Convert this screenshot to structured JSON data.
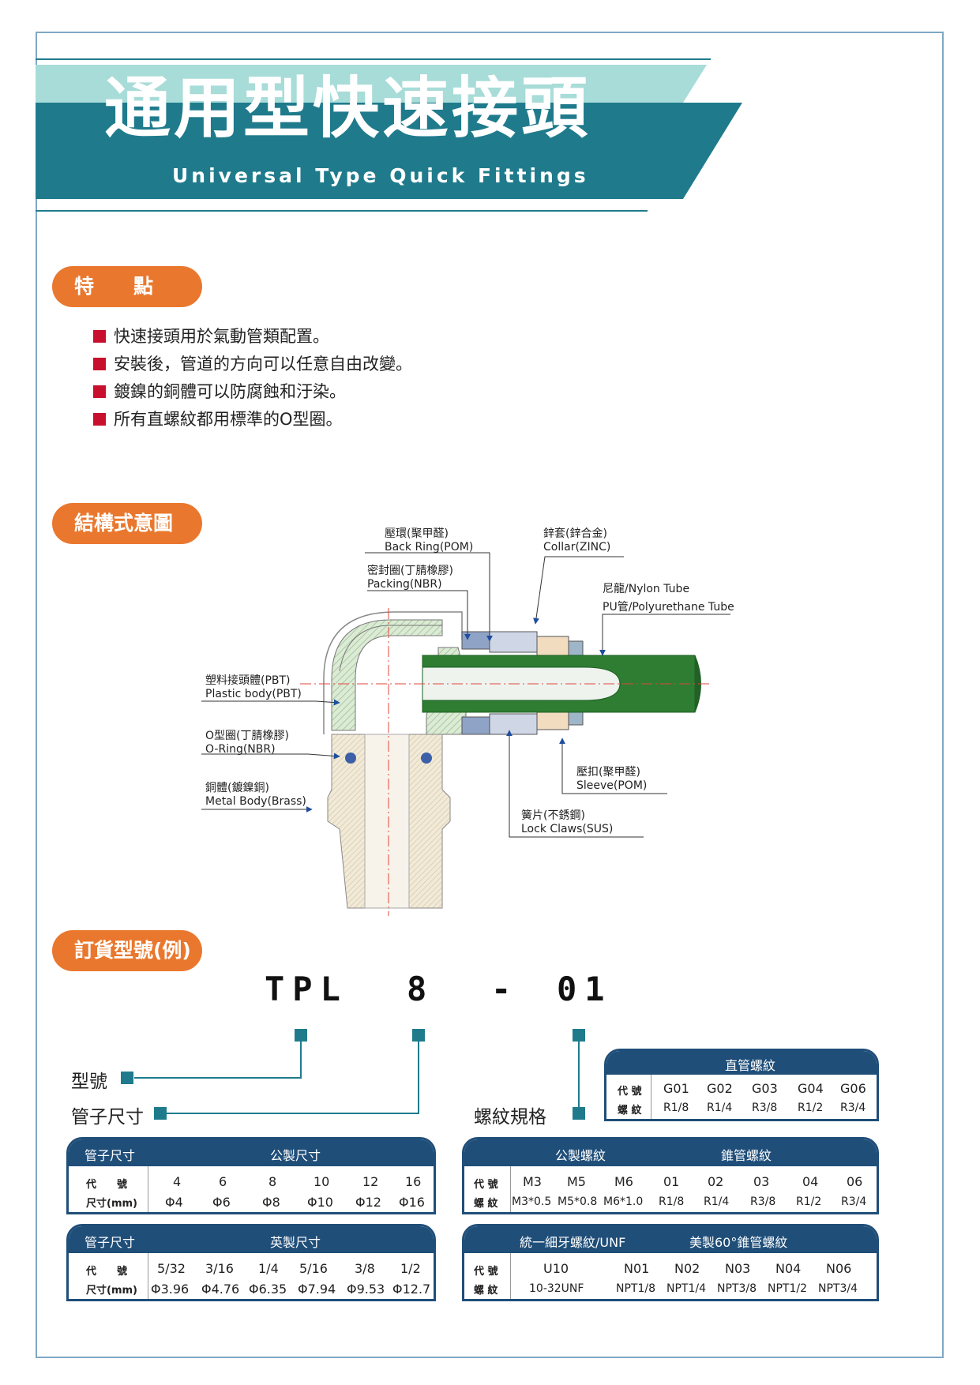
{
  "header": {
    "title": "通用型快速接頭",
    "subtitle": "Universal Type Quick Fittings"
  },
  "features": {
    "label": "特　　點",
    "items": [
      "快速接頭用於氣動管類配置。",
      "安裝後，管道的方向可以任意自由改變。",
      "鍍鎳的銅體可以防腐蝕和汙染。",
      "所有直螺紋都用標準的O型圈。"
    ]
  },
  "structure": {
    "label": "結構式意圖",
    "parts": {
      "back_ring": [
        "壓環(聚甲醛)",
        "Back Ring(POM)"
      ],
      "collar": [
        "鋅套(鋅合金)",
        "Collar(ZINC)"
      ],
      "packing": [
        "密封圈(丁腈橡膠)",
        "Packing(NBR)"
      ],
      "tube": [
        "尼龍/Nylon Tube",
        "PU管/Polyurethane Tube"
      ],
      "plastic_body": [
        "塑料接頭體(PBT)",
        "Plastic body(PBT)"
      ],
      "o_ring": [
        "O型圈(丁腈橡膠)",
        "O-Ring(NBR)"
      ],
      "metal_body": [
        "銅體(鍍鎳銅)",
        "Metal Body(Brass)"
      ],
      "sleeve": [
        "壓扣(聚甲醛)",
        "Sleeve(POM)"
      ],
      "lock_claws": [
        "簧片(不銹鋼)",
        "Lock Claws(SUS)"
      ]
    }
  },
  "order": {
    "label": "訂貨型號(例)",
    "model": {
      "p1": "TPL",
      "p2": "8",
      "p3": "-",
      "p4": "01"
    },
    "legend": {
      "type": "型號",
      "tube_size": "管子尺寸",
      "thread": "螺紋規格"
    }
  },
  "tables": {
    "straight": {
      "title": "直管螺紋",
      "row_labels": [
        "代 號",
        "螺 紋"
      ],
      "codes": [
        "G01",
        "G02",
        "G03",
        "G04",
        "G06"
      ],
      "threads": [
        "R1/8",
        "R1/4",
        "R3/8",
        "R1/2",
        "R3/4"
      ]
    },
    "metric": {
      "h1": "管子尺寸",
      "h2": "公製尺寸",
      "row_labels": [
        "代　　號",
        "尺寸(mm)"
      ],
      "codes": [
        "4",
        "6",
        "8",
        "10",
        "12",
        "16"
      ],
      "sizes": [
        "Φ4",
        "Φ6",
        "Φ8",
        "Φ10",
        "Φ12",
        "Φ16"
      ]
    },
    "thread": {
      "h1": "公製螺紋",
      "h2": "錐管螺紋",
      "row_labels": [
        "代 號",
        "螺 紋"
      ],
      "codes": [
        "M3",
        "M5",
        "M6",
        "01",
        "02",
        "03",
        "04",
        "06"
      ],
      "threads": [
        "M3*0.5",
        "M5*0.8",
        "M6*1.0",
        "R1/8",
        "R1/4",
        "R3/8",
        "R1/2",
        "R3/4"
      ]
    },
    "inch": {
      "h1": "管子尺寸",
      "h2": "英製尺寸",
      "row_labels": [
        "代　　號",
        "尺寸(mm)"
      ],
      "codes": [
        "5/32",
        "3/16",
        "1/4",
        "5/16",
        "3/8",
        "1/2"
      ],
      "sizes": [
        "Φ3.96",
        "Φ4.76",
        "Φ6.35",
        "Φ7.94",
        "Φ9.53",
        "Φ12.7"
      ]
    },
    "unf": {
      "h1": "統一細牙螺紋/UNF",
      "h2": "美製60°錐管螺紋",
      "row_labels": [
        "代 號",
        "螺 紋"
      ],
      "codes": [
        "U10",
        "N01",
        "N02",
        "N03",
        "N04",
        "N06"
      ],
      "threads": [
        "10-32UNF",
        "NPT1/8",
        "NPT1/4",
        "NPT3/8",
        "NPT1/2",
        "NPT3/4"
      ]
    }
  },
  "colors": {
    "teal_dark": "#1f7b8c",
    "teal_light": "#a8dcd8",
    "orange": "#e9782e",
    "navy": "#1f4e79",
    "red": "#c8102e",
    "green": "#2e7d32"
  }
}
